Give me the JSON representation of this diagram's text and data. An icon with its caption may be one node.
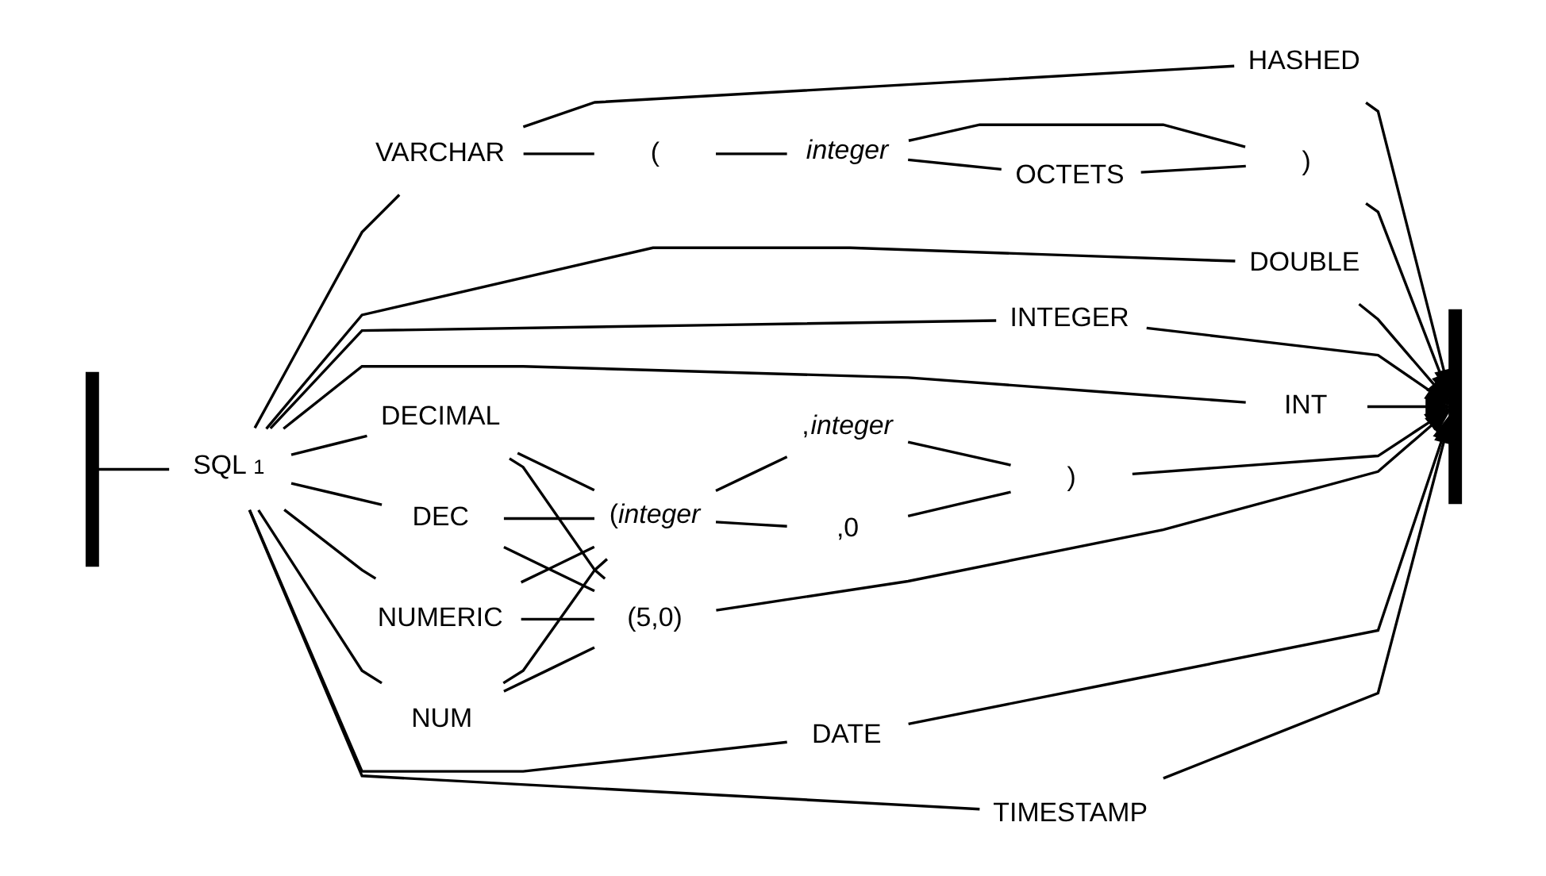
{
  "diagram": {
    "nodes": [
      {
        "text": [
          "SQL"
        ],
        "beside": [
          "1"
        ]
      },
      {
        "text": [
          "VARCHAR"
        ]
      },
      {
        "text": [
          "("
        ]
      },
      {
        "text": [
          "*integer*"
        ]
      },
      {
        "text": [
          "OCTETS"
        ]
      },
      {
        "text": [
          ")"
        ]
      },
      {
        "text": [
          "HASHED"
        ]
      },
      {
        "text": [
          "DOUBLE"
        ]
      },
      {
        "text": [
          "INTEGER"
        ]
      },
      {
        "text": [
          "INT"
        ]
      },
      {
        "text": [
          "DECIMAL"
        ]
      },
      {
        "text": [
          "DEC"
        ]
      },
      {
        "text": [
          "NUMERIC"
        ]
      },
      {
        "text": [
          "NUM"
        ]
      },
      {
        "text": [
          "(5,0)"
        ]
      },
      {
        "text": [
          "(*integer*"
        ]
      },
      {
        "text": [
          ",0"
        ]
      },
      {
        "text": [
          ",*integer*"
        ]
      },
      {
        "text": [
          ")"
        ]
      },
      {
        "text": [
          "DATE"
        ]
      },
      {
        "text": [
          "TIMESTAMP"
        ]
      },
      {
        "text": [],
        "shape": "bar"
      },
      {
        "text": [],
        "shape": "bar"
      }
    ],
    "edges": [
      {
        "from": 21,
        "to": 0,
        "arrow": "none"
      },
      {
        "from": 0,
        "to": 1,
        "arrow": "none"
      },
      {
        "from": 0,
        "to": 7,
        "arrow": "none"
      },
      {
        "from": 0,
        "to": 8,
        "arrow": "none"
      },
      {
        "from": 0,
        "to": 9,
        "arrow": "none"
      },
      {
        "from": 0,
        "to": 10,
        "arrow": "none"
      },
      {
        "from": 0,
        "to": 11,
        "arrow": "none"
      },
      {
        "from": 0,
        "to": 12,
        "arrow": "none"
      },
      {
        "from": 0,
        "to": 13,
        "arrow": "none"
      },
      {
        "from": 0,
        "to": 19,
        "arrow": "none"
      },
      {
        "from": 0,
        "to": 20,
        "arrow": "none"
      },
      {
        "from": 1,
        "to": 2,
        "arrow": "none"
      },
      {
        "from": 1,
        "to": 6,
        "arrow": "none"
      },
      {
        "from": 2,
        "to": 3,
        "arrow": "none"
      },
      {
        "from": 3,
        "to": 4,
        "arrow": "none"
      },
      {
        "from": 3,
        "to": 5,
        "arrow": "none"
      },
      {
        "from": 4,
        "to": 5,
        "arrow": "none"
      },
      {
        "from": 10,
        "to": 14,
        "arrow": "none"
      },
      {
        "from": 10,
        "to": 15,
        "arrow": "none"
      },
      {
        "from": 11,
        "to": 14,
        "arrow": "none"
      },
      {
        "from": 11,
        "to": 15,
        "arrow": "none"
      },
      {
        "from": 12,
        "to": 14,
        "arrow": "none"
      },
      {
        "from": 12,
        "to": 15,
        "arrow": "none"
      },
      {
        "from": 13,
        "to": 14,
        "arrow": "none"
      },
      {
        "from": 13,
        "to": 15,
        "arrow": "none"
      },
      {
        "from": 15,
        "to": 16,
        "arrow": "none"
      },
      {
        "from": 15,
        "to": 17,
        "arrow": "none"
      },
      {
        "from": 16,
        "to": 18,
        "arrow": "none"
      },
      {
        "from": 17,
        "to": 18,
        "arrow": "none"
      },
      {
        "from": 5,
        "to": 22,
        "arrow": "to"
      },
      {
        "from": 6,
        "to": 22,
        "arrow": "to"
      },
      {
        "from": 7,
        "to": 22,
        "arrow": "to"
      },
      {
        "from": 8,
        "to": 22,
        "arrow": "to"
      },
      {
        "from": 9,
        "to": 22,
        "arrow": "to"
      },
      {
        "from": 14,
        "to": 22,
        "arrow": "to"
      },
      {
        "from": 18,
        "to": 22,
        "arrow": "to"
      },
      {
        "from": 19,
        "to": 22,
        "arrow": "to"
      },
      {
        "from": 20,
        "to": 22,
        "arrow": "to"
      }
    ]
  }
}
